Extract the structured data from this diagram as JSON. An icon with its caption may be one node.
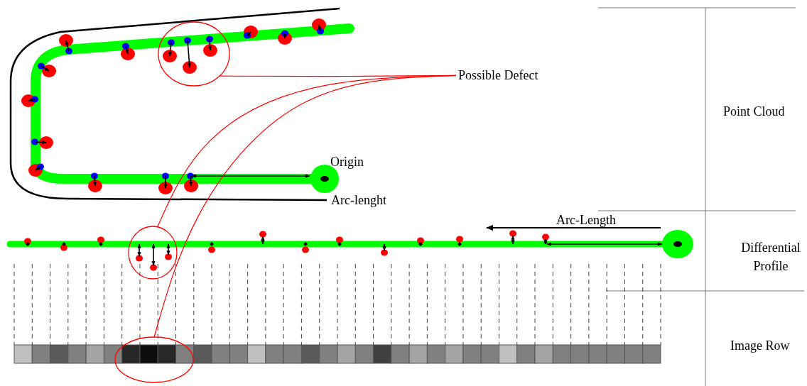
{
  "diagram": {
    "nodes": [
      {
        "text": [
          "Possible Defect"
        ]
      },
      {
        "text": [],
        "shape": "circle"
      },
      {
        "text": [],
        "shape": "circle"
      },
      {
        "text": [],
        "shape": "circle"
      }
    ],
    "edges": [
      {
        "from": 0,
        "to": 1,
        "arrow": "none"
      },
      {
        "from": 0,
        "to": 2,
        "arrow": "none"
      },
      {
        "from": 0,
        "to": 3,
        "arrow": "none"
      }
    ],
    "labels": [
      "Origin",
      "Arc-lenght",
      "Arc-Length",
      "Point Cloud",
      "Differential Profile",
      "Image Row"
    ]
  }
}
